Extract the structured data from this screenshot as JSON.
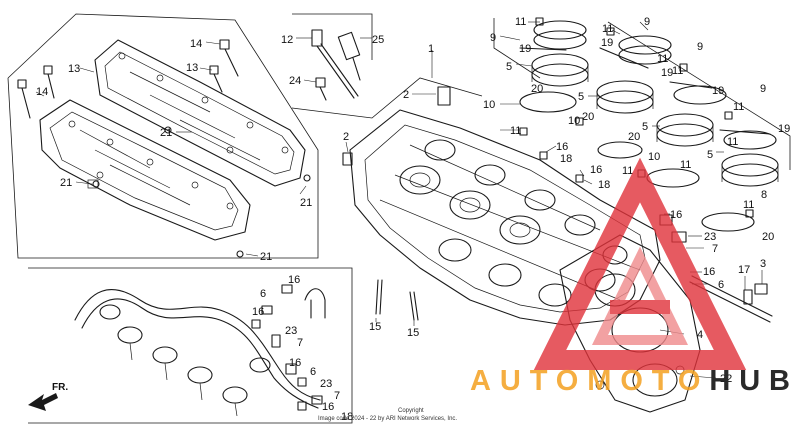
{
  "diagram": {
    "callouts": [
      {
        "id": "c-11a",
        "text": "11"
      },
      {
        "id": "c-9a",
        "text": "9"
      },
      {
        "id": "c-19a",
        "text": "19"
      },
      {
        "id": "c-9b",
        "text": "9"
      },
      {
        "id": "c-11b",
        "text": "11"
      },
      {
        "id": "c-19b",
        "text": "19"
      },
      {
        "id": "c-9c",
        "text": "9"
      },
      {
        "id": "c-11c",
        "text": "11"
      },
      {
        "id": "c-19c",
        "text": "19"
      },
      {
        "id": "c-11d",
        "text": "11"
      },
      {
        "id": "c-19d",
        "text": "19"
      },
      {
        "id": "c-9d",
        "text": "9"
      },
      {
        "id": "c-11e",
        "text": "11"
      },
      {
        "id": "c-19e",
        "text": "19"
      },
      {
        "id": "c-5a",
        "text": "5"
      },
      {
        "id": "c-5b",
        "text": "5"
      },
      {
        "id": "c-5c",
        "text": "5"
      },
      {
        "id": "c-5d",
        "text": "5"
      },
      {
        "id": "c-20a",
        "text": "20"
      },
      {
        "id": "c-20b",
        "text": "20"
      },
      {
        "id": "c-20c",
        "text": "20"
      },
      {
        "id": "c-10a",
        "text": "10"
      },
      {
        "id": "c-10b",
        "text": "10"
      },
      {
        "id": "c-10c",
        "text": "10"
      },
      {
        "id": "c-11f",
        "text": "11"
      },
      {
        "id": "c-11g",
        "text": "11"
      },
      {
        "id": "c-11h",
        "text": "11"
      },
      {
        "id": "c-11i",
        "text": "11"
      },
      {
        "id": "c-8",
        "text": "8"
      },
      {
        "id": "c-11j",
        "text": "11"
      },
      {
        "id": "c-20d",
        "text": "20"
      },
      {
        "id": "c-12",
        "text": "12"
      },
      {
        "id": "c-25",
        "text": "25"
      },
      {
        "id": "c-24",
        "text": "24"
      },
      {
        "id": "c-1",
        "text": "1"
      },
      {
        "id": "c-2a",
        "text": "2"
      },
      {
        "id": "c-2b",
        "text": "2"
      },
      {
        "id": "c-14a",
        "text": "14"
      },
      {
        "id": "c-14b",
        "text": "14"
      },
      {
        "id": "c-13a",
        "text": "13"
      },
      {
        "id": "c-13b",
        "text": "13"
      },
      {
        "id": "c-21a",
        "text": "21"
      },
      {
        "id": "c-21b",
        "text": "21"
      },
      {
        "id": "c-21c",
        "text": "21"
      },
      {
        "id": "c-21d",
        "text": "21"
      },
      {
        "id": "c-16a",
        "text": "16"
      },
      {
        "id": "c-18a",
        "text": "18"
      },
      {
        "id": "c-16b",
        "text": "16"
      },
      {
        "id": "c-18b",
        "text": "18"
      },
      {
        "id": "c-16c",
        "text": "16"
      },
      {
        "id": "c-23a",
        "text": "23"
      },
      {
        "id": "c-7a",
        "text": "7"
      },
      {
        "id": "c-16d",
        "text": "16"
      },
      {
        "id": "c-6a",
        "text": "6"
      },
      {
        "id": "c-17",
        "text": "17"
      },
      {
        "id": "c-3",
        "text": "3"
      },
      {
        "id": "c-15a",
        "text": "15"
      },
      {
        "id": "c-15b",
        "text": "15"
      },
      {
        "id": "c-4",
        "text": "4"
      },
      {
        "id": "c-22",
        "text": "22"
      },
      {
        "id": "c-16e",
        "text": "16"
      },
      {
        "id": "c-6b",
        "text": "6"
      },
      {
        "id": "c-16f",
        "text": "16"
      },
      {
        "id": "c-23b",
        "text": "23"
      },
      {
        "id": "c-7b",
        "text": "7"
      },
      {
        "id": "c-16g",
        "text": "16"
      },
      {
        "id": "c-6c",
        "text": "6"
      },
      {
        "id": "c-23c",
        "text": "23"
      },
      {
        "id": "c-7c",
        "text": "7"
      },
      {
        "id": "c-16h",
        "text": "16"
      },
      {
        "id": "c-18c",
        "text": "18"
      }
    ],
    "direction_label": "FR.",
    "copyright_line1": "Copyright",
    "copyright_line2": "Image code 2024 - 22 by ARI Network Services, Inc."
  },
  "watermark": {
    "text": "AUTOMOTOHUB",
    "colors": {
      "accent": "#e0323a",
      "accent_light": "#f08a8c",
      "word_orange": "#f4a020",
      "word_dark": "#2a2a2a"
    }
  }
}
